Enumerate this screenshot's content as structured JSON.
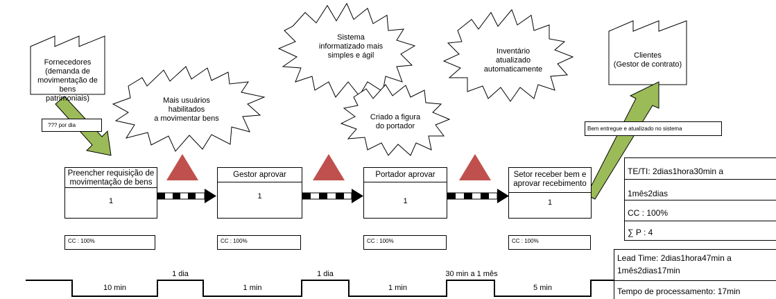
{
  "supplier": {
    "label": "Fornecedores\n(demanda de\nmovimentação de bens\npatrimoniais)"
  },
  "customer": {
    "label": "Clientes\n(Gestor de contrato)"
  },
  "supplier_rate": "???  por dia",
  "customer_note": "Bem entregue e atualizado no sistema",
  "kaizen": [
    {
      "text": "Mais usuários habilitados\na movimentar bens"
    },
    {
      "text": "Sistema\ninformatizado mais\nsimples e ágil"
    },
    {
      "text": "Criado a figura\ndo portador"
    },
    {
      "text": "Inventário\natualizado\nautomaticamente"
    }
  ],
  "processes": [
    {
      "title": "Preencher requisição de\nmovimentação de bens",
      "value": "1",
      "cc": "CC : 100%"
    },
    {
      "title": "Gestor aprovar",
      "value": "1",
      "cc": "CC : 100%"
    },
    {
      "title": "Portador aprovar",
      "value": "1",
      "cc": "CC : 100%"
    },
    {
      "title": "Setor receber bem e\naprovar recebimento",
      "value": "1",
      "cc": "CC : 100%"
    }
  ],
  "timeline": {
    "wait": [
      "1 dia",
      "1 dia",
      "30 min a 1 mês"
    ],
    "process": [
      "10 min",
      "1 min",
      "1 min",
      "5 min"
    ]
  },
  "summary": {
    "te_ti": "TE/TI: 2dias1hora30min a",
    "te_ti2": "1mês2dias",
    "cc": "CC : 100%",
    "sum_p": "∑ P : 4"
  },
  "lead": {
    "lead_time": "Lead Time: 2dias1hora47min a\n1mês2dias17min",
    "processing": "Tempo de processamento: 17min"
  },
  "colors": {
    "arrow_green": "#9bbb59",
    "triangle_red": "#c0504d"
  }
}
